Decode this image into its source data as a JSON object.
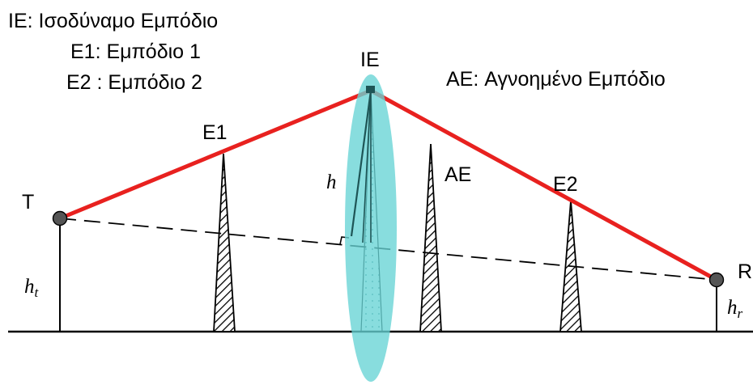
{
  "legend": {
    "ie": "IE: Ισοδύναμο Εμπόδιο",
    "e1": "E1: Εμπόδιο 1",
    "e2": "E2 : Εμπόδιο 2",
    "ae": "AE: Αγνοημένο Εμπόδιο"
  },
  "labels": {
    "ie": "IE",
    "e1": "E1",
    "e2": "E2",
    "ae": "AE",
    "t": "T",
    "r": "R",
    "h": "h",
    "ht_base": "h",
    "ht_sub": "t",
    "hr_base": "h",
    "hr_sub": "r"
  },
  "colors": {
    "path": "#e8211f",
    "ellipse": "#66d3d5",
    "node": "#555555",
    "line": "#000000"
  }
}
